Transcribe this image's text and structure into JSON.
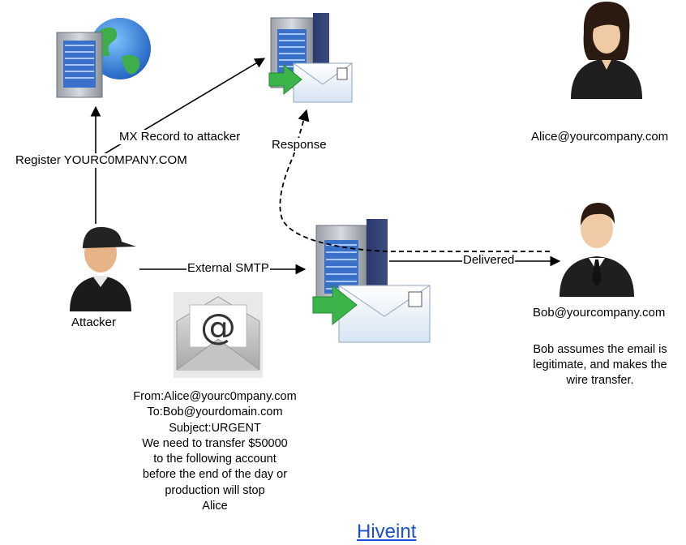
{
  "labels": {
    "mx_record": "MX Record to attacker",
    "register": "Register YOURC0MPANY.COM",
    "response": "Response",
    "external_smtp": "External SMTP",
    "delivered": "Delivered",
    "attacker": "Attacker",
    "alice_email": "Alice@yourcompany.com",
    "bob_email": "Bob@yourcompany.com"
  },
  "email": {
    "lines": [
      "From:Alice@yourc0mpany.com",
      "To:Bob@yourdomain.com",
      "Subject:URGENT",
      "We need to transfer $50000",
      "to the following account",
      "before the end of the day or",
      "production will stop",
      "Alice"
    ],
    "at_symbol": "@"
  },
  "bob_note": {
    "lines": [
      "Bob assumes the email is",
      "legitimate, and makes the",
      "wire transfer."
    ]
  },
  "credit": "Hiveint",
  "icons": [
    "server-globe-icon",
    "mail-server-icon",
    "mail-server-icon",
    "attacker-icon",
    "email-envelope-icon",
    "alice-icon",
    "bob-icon"
  ],
  "colors": {
    "arrow": "#000000",
    "server_blue": "#3a6fc4",
    "arrow_green": "#3bb54a",
    "link": "#1a4fd8"
  }
}
